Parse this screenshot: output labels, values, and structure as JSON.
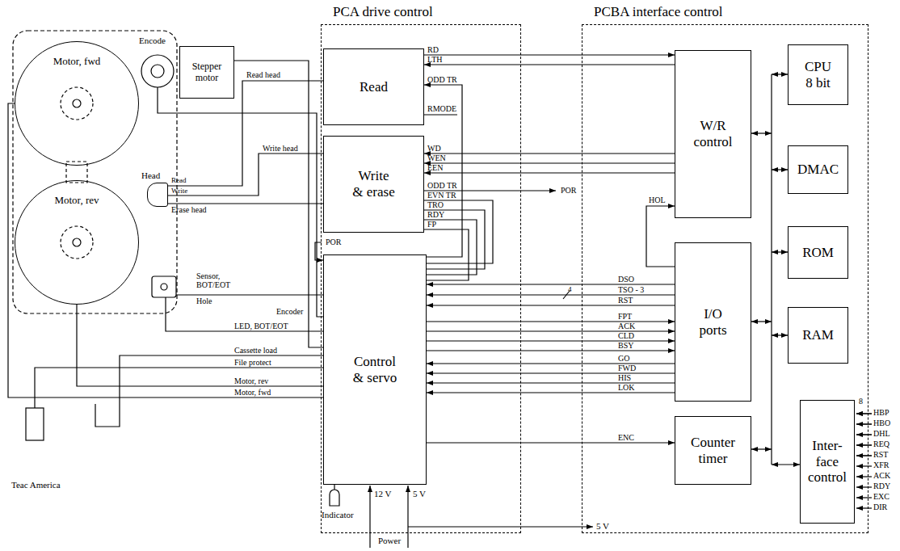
{
  "diagram": {
    "nodes": [
      {
        "text": [
          "PCA drive control"
        ]
      },
      {
        "text": [
          "Read"
        ],
        "in": 0
      },
      {
        "text": [
          "Write & erase"
        ],
        "in": 0
      },
      {
        "text": [
          "Control & servo"
        ],
        "in": 0
      },
      {
        "text": [
          "PCBA interface control"
        ]
      },
      {
        "text": [
          "W/R control"
        ],
        "in": 4
      },
      {
        "text": [
          "CPU 8 bit"
        ],
        "in": 4
      },
      {
        "text": [
          "DMAC"
        ],
        "in": 4
      },
      {
        "text": [
          "I/O ports"
        ],
        "in": 4
      },
      {
        "text": [
          "ROM"
        ],
        "in": 4
      },
      {
        "text": [
          "RAM"
        ],
        "in": 4
      },
      {
        "text": [
          "Counter timer"
        ],
        "in": 4
      },
      {
        "text": [
          "Inter- face control"
        ],
        "in": 4
      },
      {
        "text": [
          "Stepper motor"
        ]
      },
      {
        "text": [
          "Motor, fwd"
        ]
      },
      {
        "text": [
          "Motor, rev"
        ]
      },
      {
        "text": [
          "Head"
        ]
      }
    ],
    "edges": [
      {
        "from": 1,
        "to": 5,
        "arrow": "to",
        "label": "RD"
      },
      {
        "from": 5,
        "to": 1,
        "arrow": "to",
        "label": "LTH"
      },
      {
        "from": 5,
        "to": 2,
        "arrow": "to",
        "label": "WD"
      },
      {
        "from": 5,
        "to": 2,
        "arrow": "to",
        "label": "WEN"
      },
      {
        "from": 5,
        "to": 2,
        "arrow": "to",
        "label": "EEN"
      },
      {
        "from": 3,
        "to": 1,
        "arrow": "to",
        "label": "ODD TR"
      },
      {
        "from": 8,
        "to": 3,
        "arrow": "to",
        "label": "DSO"
      },
      {
        "from": 8,
        "to": 3,
        "arrow": "to",
        "label": "TSO - 3"
      },
      {
        "from": 8,
        "to": 3,
        "arrow": "to",
        "label": "RST"
      },
      {
        "from": 3,
        "to": 8,
        "arrow": "to",
        "label": "FPT"
      },
      {
        "from": 3,
        "to": 8,
        "arrow": "to",
        "label": "ACK"
      },
      {
        "from": 3,
        "to": 8,
        "arrow": "to",
        "label": "CLD"
      },
      {
        "from": 3,
        "to": 8,
        "arrow": "to",
        "label": "BSY"
      },
      {
        "from": 8,
        "to": 3,
        "arrow": "to",
        "label": "GO"
      },
      {
        "from": 8,
        "to": 3,
        "arrow": "to",
        "label": "FWD"
      },
      {
        "from": 8,
        "to": 3,
        "arrow": "to",
        "label": "HIS"
      },
      {
        "from": 8,
        "to": 3,
        "arrow": "to",
        "label": "LOK"
      },
      {
        "from": 3,
        "to": 11,
        "arrow": "to",
        "label": "ENC"
      },
      {
        "from": 1,
        "to": 16,
        "arrow": "none",
        "label": "Read head"
      },
      {
        "from": 2,
        "to": 16,
        "arrow": "none",
        "label": "Write head"
      },
      {
        "from": 16,
        "to": 2,
        "arrow": "none",
        "label": "Erase head"
      },
      {
        "from": 3,
        "to": 13,
        "arrow": "none"
      },
      {
        "from": 3,
        "to": 15,
        "arrow": "none",
        "label": "Motor, rev"
      },
      {
        "from": 3,
        "to": 14,
        "arrow": "none",
        "label": "Motor, fwd"
      }
    ],
    "labels": [
      "RMODE",
      "ODD TR",
      "POR",
      "EVN TR",
      "TRO",
      "RDY",
      "FP",
      "POR",
      "HOL",
      "4",
      "Encode",
      "Read",
      "Write",
      "Sensor, BOT/EOT",
      "Hole",
      "Encoder",
      "LED, BOT/EOT",
      "Cassette load",
      "File protect",
      "Teac America",
      "Indicator",
      "12 V",
      "5 V",
      "Power",
      "5 V",
      "8",
      "HBP",
      "HBO",
      "DHL",
      "REQ",
      "RST",
      "XFR",
      "ACK",
      "RDY",
      "EXC",
      "DIR"
    ]
  }
}
